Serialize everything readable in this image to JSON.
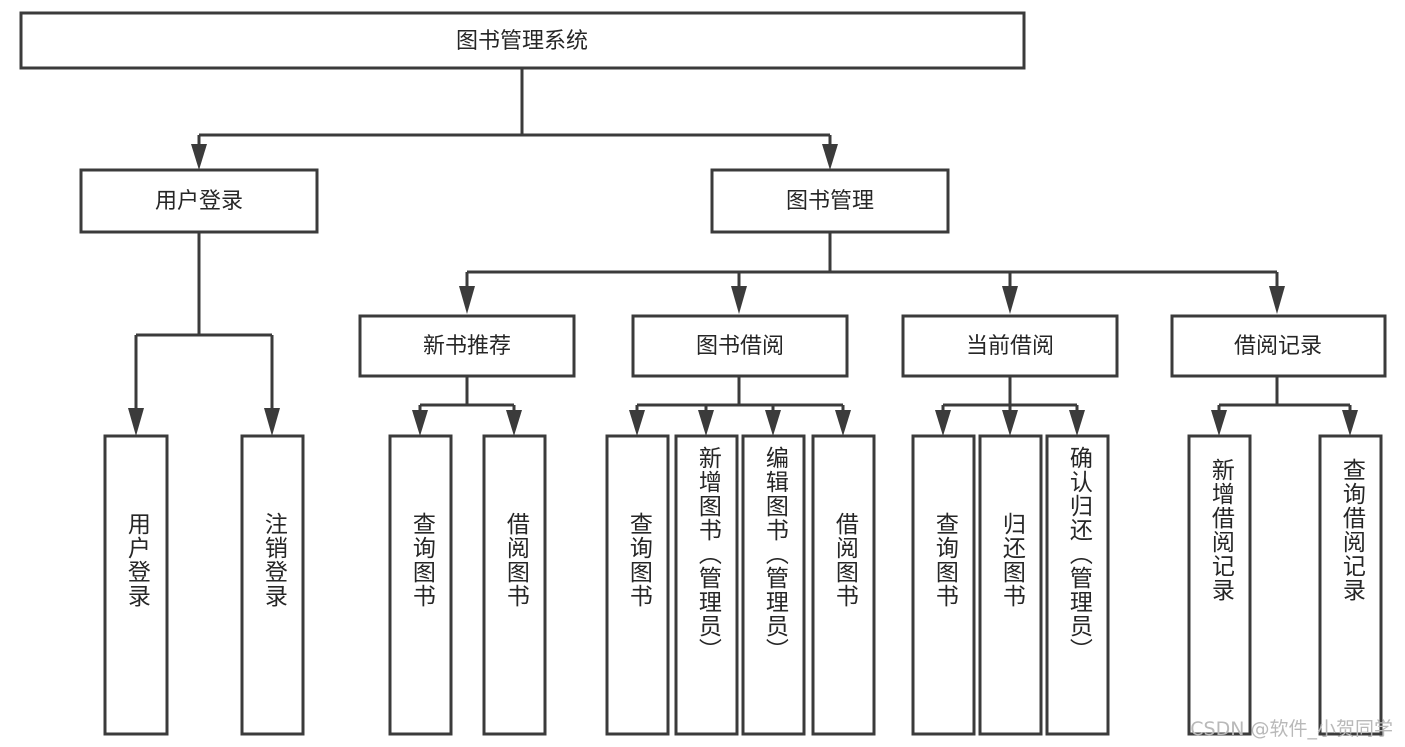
{
  "diagram": {
    "type": "tree",
    "title": "图书管理系统",
    "watermark": "CSDN @软件_小贺同学",
    "colors": {
      "stroke": "#3b3b3b",
      "node_fill": "#ffffff",
      "text": "#262626",
      "background": "#ffffff",
      "watermark": "#b9b9b9"
    },
    "nodes": {
      "root": {
        "label": "图书管理系统",
        "level": 1,
        "orientation": "horizontal"
      },
      "user_login": {
        "label": "用户登录",
        "level": 2,
        "orientation": "horizontal"
      },
      "book_manage": {
        "label": "图书管理",
        "level": 2,
        "orientation": "horizontal"
      },
      "new_book_rec": {
        "label": "新书推荐",
        "level": 3,
        "orientation": "horizontal"
      },
      "book_borrow": {
        "label": "图书借阅",
        "level": 3,
        "orientation": "horizontal"
      },
      "current_borrow": {
        "label": "当前借阅",
        "level": 3,
        "orientation": "horizontal"
      },
      "borrow_record": {
        "label": "借阅记录",
        "level": 3,
        "orientation": "horizontal"
      },
      "leaf_user_login": {
        "label": "用户登录",
        "level": 4,
        "orientation": "vertical"
      },
      "leaf_logout": {
        "label": "注销登录",
        "level": 4,
        "orientation": "vertical"
      },
      "leaf_query_book_1": {
        "label": "查询图书",
        "level": 4,
        "orientation": "vertical"
      },
      "leaf_borrow_book_1": {
        "label": "借阅图书",
        "level": 4,
        "orientation": "vertical"
      },
      "leaf_query_book_2": {
        "label": "查询图书",
        "level": 4,
        "orientation": "vertical"
      },
      "leaf_add_book": {
        "label": "新增图书（管理员）",
        "level": 4,
        "orientation": "vertical"
      },
      "leaf_edit_book": {
        "label": "编辑图书（管理员）",
        "level": 4,
        "orientation": "vertical"
      },
      "leaf_borrow_book_2": {
        "label": "借阅图书",
        "level": 4,
        "orientation": "vertical"
      },
      "leaf_query_book_3": {
        "label": "查询图书",
        "level": 4,
        "orientation": "vertical"
      },
      "leaf_return_book": {
        "label": "归还图书",
        "level": 4,
        "orientation": "vertical"
      },
      "leaf_confirm_return": {
        "label": "确认归还（管理员）",
        "level": 4,
        "orientation": "vertical"
      },
      "leaf_add_record": {
        "label": "新增借阅记录",
        "level": 4,
        "orientation": "vertical"
      },
      "leaf_query_record": {
        "label": "查询借阅记录",
        "level": 4,
        "orientation": "vertical"
      }
    },
    "edges": [
      {
        "from": "root",
        "to": "user_login"
      },
      {
        "from": "root",
        "to": "book_manage"
      },
      {
        "from": "user_login",
        "to": "leaf_user_login"
      },
      {
        "from": "user_login",
        "to": "leaf_logout"
      },
      {
        "from": "book_manage",
        "to": "new_book_rec"
      },
      {
        "from": "book_manage",
        "to": "book_borrow"
      },
      {
        "from": "book_manage",
        "to": "current_borrow"
      },
      {
        "from": "book_manage",
        "to": "borrow_record"
      },
      {
        "from": "new_book_rec",
        "to": "leaf_query_book_1"
      },
      {
        "from": "new_book_rec",
        "to": "leaf_borrow_book_1"
      },
      {
        "from": "book_borrow",
        "to": "leaf_query_book_2"
      },
      {
        "from": "book_borrow",
        "to": "leaf_add_book"
      },
      {
        "from": "book_borrow",
        "to": "leaf_edit_book"
      },
      {
        "from": "book_borrow",
        "to": "leaf_borrow_book_2"
      },
      {
        "from": "current_borrow",
        "to": "leaf_query_book_3"
      },
      {
        "from": "current_borrow",
        "to": "leaf_return_book"
      },
      {
        "from": "current_borrow",
        "to": "leaf_confirm_return"
      },
      {
        "from": "borrow_record",
        "to": "leaf_add_record"
      },
      {
        "from": "borrow_record",
        "to": "leaf_query_record"
      }
    ]
  }
}
